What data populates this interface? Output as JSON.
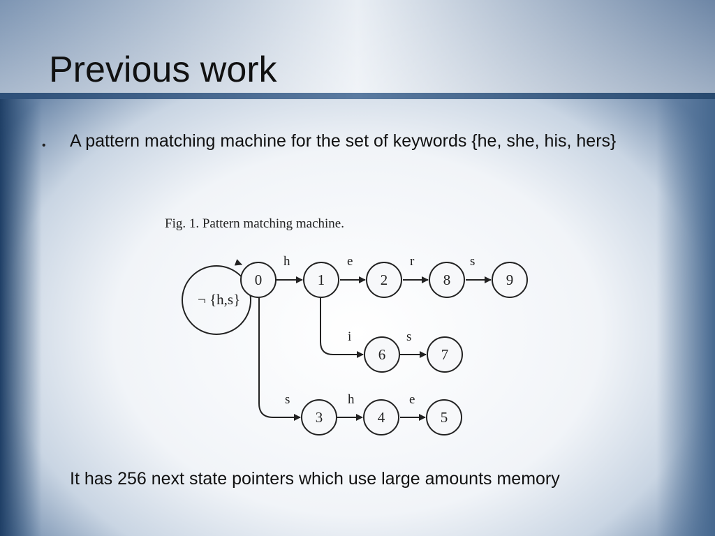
{
  "slide": {
    "title": "Previous work",
    "bullet_marker": "•",
    "bullet_text": "A pattern matching machine for the set of keywords {he, she, his, hers}",
    "footer_text": "It has 256 next state pointers which use large amounts memory"
  },
  "figure": {
    "caption": "Fig. 1.  Pattern matching machine.",
    "self_loop_label": "¬ {h,s}",
    "nodes": [
      {
        "id": "0",
        "label": "0"
      },
      {
        "id": "1",
        "label": "1"
      },
      {
        "id": "2",
        "label": "2"
      },
      {
        "id": "8",
        "label": "8"
      },
      {
        "id": "9",
        "label": "9"
      },
      {
        "id": "6",
        "label": "6"
      },
      {
        "id": "7",
        "label": "7"
      },
      {
        "id": "3",
        "label": "3"
      },
      {
        "id": "4",
        "label": "4"
      },
      {
        "id": "5",
        "label": "5"
      }
    ],
    "edges": [
      {
        "from": "0",
        "to": "1",
        "label": "h"
      },
      {
        "from": "1",
        "to": "2",
        "label": "e"
      },
      {
        "from": "2",
        "to": "8",
        "label": "r"
      },
      {
        "from": "8",
        "to": "9",
        "label": "s"
      },
      {
        "from": "1",
        "to": "6",
        "label": "i"
      },
      {
        "from": "6",
        "to": "7",
        "label": "s"
      },
      {
        "from": "0",
        "to": "3",
        "label": "s"
      },
      {
        "from": "3",
        "to": "4",
        "label": "h"
      },
      {
        "from": "4",
        "to": "5",
        "label": "e"
      }
    ]
  }
}
